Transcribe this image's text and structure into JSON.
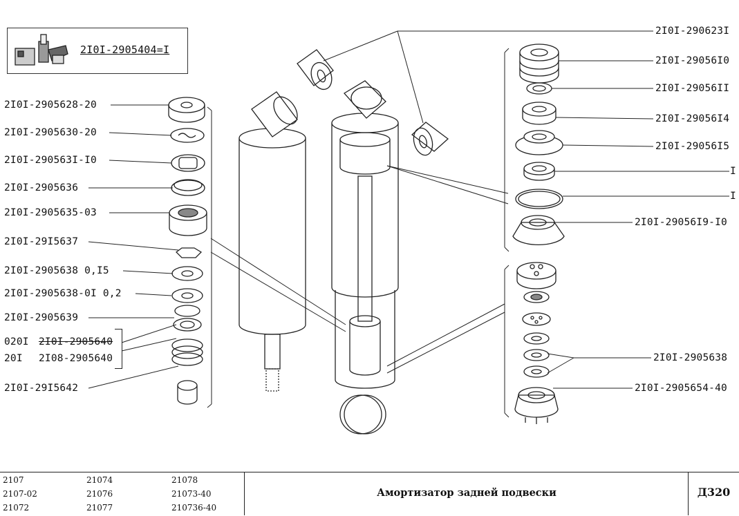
{
  "kit": {
    "code": "2I0I-2905404=I"
  },
  "left_labels": [
    "2I0I-2905628-20",
    "2I0I-2905630-20",
    "2I0I-290563I-I0",
    "2I0I-2905636",
    "2I0I-2905635-03",
    "2I0I-29I5637",
    "2I0I-2905638 0,I5",
    "2I0I-2905638-0I 0,2",
    "2I0I-2905639",
    "020I",
    "20I",
    "2I0I-29I5642"
  ],
  "bracket_labels": [
    "2I0I-2905640",
    "2I08-2905640"
  ],
  "right_labels": [
    "2I0I-290623I",
    "2I0I-29056I0",
    "2I0I-29056II",
    "2I0I-29056I4",
    "2I0I-29056I5",
    "I",
    "I",
    "2I0I-29056I9-I0",
    "2I0I-2905638",
    "2I0I-2905654-40"
  ],
  "footer": {
    "models": [
      [
        "2107",
        "21074",
        "21078"
      ],
      [
        "2107-02",
        "21076",
        "21073-40"
      ],
      [
        "21072",
        "21077",
        "210736-40"
      ]
    ],
    "title": "Амортизатор задней подвески",
    "code": "Д320"
  }
}
